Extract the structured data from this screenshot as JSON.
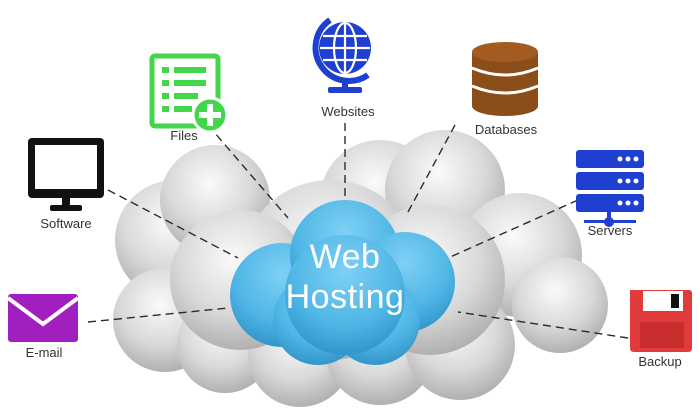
{
  "center": {
    "line1": "Web",
    "line2": "Hosting"
  },
  "nodes": [
    {
      "id": "websites",
      "label": "Websites",
      "icon": "globe-icon",
      "color": "#1f3fd1"
    },
    {
      "id": "files",
      "label": "Files",
      "icon": "files-add-icon",
      "color": "#44d64a"
    },
    {
      "id": "databases",
      "label": "Databases",
      "icon": "database-icon",
      "color": "#8b4d1a"
    },
    {
      "id": "software",
      "label": "Software",
      "icon": "monitor-icon",
      "color": "#111111"
    },
    {
      "id": "servers",
      "label": "Servers",
      "icon": "servers-icon",
      "color": "#1f3fd1"
    },
    {
      "id": "email",
      "label": "E-mail",
      "icon": "envelope-icon",
      "color": "#a21fbf"
    },
    {
      "id": "backup",
      "label": "Backup",
      "icon": "floppy-icon",
      "color": "#e23b3b"
    }
  ],
  "colors": {
    "center_cloud": "#4fb6e6",
    "outer_cloud": "#d6d6d6"
  }
}
